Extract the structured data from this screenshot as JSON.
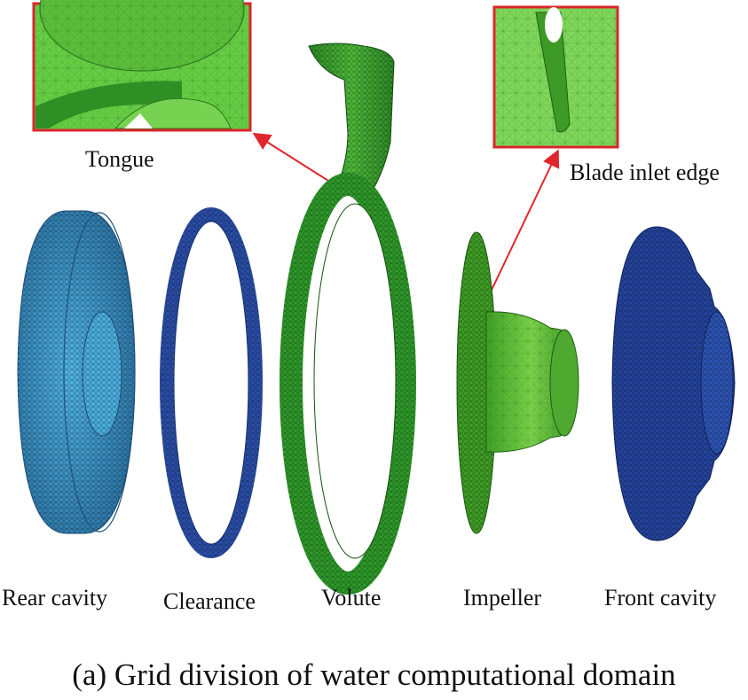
{
  "figure": {
    "caption": "(a) Grid division of water computational domain",
    "callouts": {
      "tongue": "Tongue",
      "blade_inlet_edge": "Blade inlet edge"
    },
    "components": [
      "Rear cavity",
      "Clearance",
      "Volute",
      "Impeller",
      "Front cavity"
    ],
    "colors": {
      "rear_cavity": "#3a8fc6",
      "clearance": "#2a4ea8",
      "volute": "#2f9a2a",
      "impeller": "#5fbf3a",
      "front_cavity": "#25449e",
      "zoom_border": "#d9262c",
      "zoom_fill": "#66cc44",
      "arrow": "#e0262c"
    }
  }
}
